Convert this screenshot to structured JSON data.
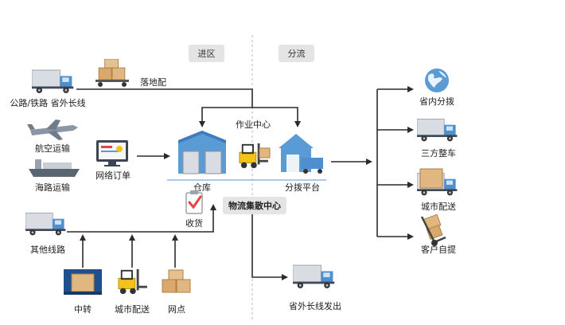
{
  "headers": {
    "inbound": "进区",
    "distribution": "分流"
  },
  "center": {
    "operations": "作业中心",
    "warehouse": "仓库",
    "platform": "分拨平台",
    "hub": "物流集散中心",
    "receiving": "收货"
  },
  "inbound_sources": {
    "road_rail": "公路/铁路 省外长线",
    "landing": "落地配",
    "air": "航空运输",
    "online_order": "网络订单",
    "sea": "海路运输",
    "other_routes": "其他线路",
    "transfer": "中转",
    "city_delivery_in": "城市配送",
    "outlet": "网点"
  },
  "outputs": {
    "in_province": "省内分拨",
    "third_party": "三方整车",
    "city_delivery": "城市配送",
    "self_pickup": "客户自提",
    "out_province": "省外长线发出"
  },
  "colors": {
    "truck": "#5b9bd5",
    "box": "#e0b681",
    "accent": "#e54545"
  }
}
